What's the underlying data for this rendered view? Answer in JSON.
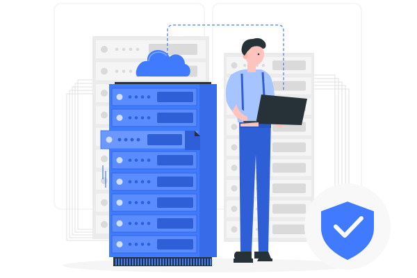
{
  "colors": {
    "accent": "#407BFF",
    "accent_dark": "#2f5fd6",
    "rack_light": "#EBEBEB",
    "rack_mid": "#DADADA",
    "shadow": "#F2F2F2",
    "laptop": "#263238",
    "hair": "#263238",
    "skin": "#FFC3BD",
    "shirt": "#A6C4FF",
    "pants": "#2F5FD6",
    "check": "#FFFFFF"
  },
  "illustration": {
    "subject": "server-room-security",
    "icons": [
      "cloud-icon",
      "shield-check-icon",
      "laptop-icon",
      "document-icon"
    ],
    "blue_rack_units": 8,
    "background_rack_units": 9
  }
}
